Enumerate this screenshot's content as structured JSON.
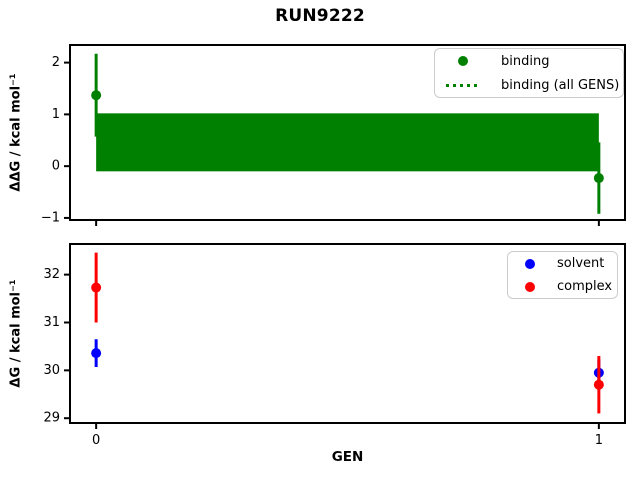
{
  "title": "RUN9222",
  "figure": {
    "background": "#ffffff",
    "spine_color": "#000000"
  },
  "chart_data": [
    {
      "type": "scatter",
      "subplot": "top",
      "ylabel": "ΔΔG / kcal mol⁻¹",
      "xlim": [
        -0.052,
        1.052
      ],
      "ylim": [
        -1.04,
        2.34
      ],
      "yticks": [
        2,
        1,
        0,
        -1
      ],
      "yticklabels": [
        "2",
        "1",
        "0",
        "−1"
      ],
      "xticks": [
        0,
        1
      ],
      "xticklabels": [],
      "grid": false,
      "legend_position": "upper right",
      "band": {
        "label": "binding (all GENS)",
        "x": [
          0,
          1
        ],
        "y_lo": -0.1,
        "y_hi": 1.02,
        "center": 0.46,
        "color": "#008000",
        "style": "dotted center line with solid fill"
      },
      "series": [
        {
          "name": "binding",
          "color": "#008000",
          "marker": "circle",
          "points": [
            {
              "x": 0,
              "y": 1.37,
              "err": 0.8
            },
            {
              "x": 1,
              "y": -0.23,
              "err": 0.69
            }
          ]
        }
      ]
    },
    {
      "type": "scatter",
      "subplot": "bottom",
      "ylabel": "ΔG / kcal mol⁻¹",
      "xlabel": "GEN",
      "xlim": [
        -0.052,
        1.052
      ],
      "ylim": [
        28.9,
        32.64
      ],
      "yticks": [
        32,
        31,
        30,
        29
      ],
      "yticklabels": [
        "32",
        "31",
        "30",
        "29"
      ],
      "xticks": [
        0,
        1
      ],
      "xticklabels": [
        "0",
        "1"
      ],
      "grid": false,
      "legend_position": "upper right",
      "series": [
        {
          "name": "solvent",
          "color": "#0000ff",
          "marker": "circle",
          "points": [
            {
              "x": 0,
              "y": 30.36,
              "err": 0.29
            },
            {
              "x": 1,
              "y": 29.95,
              "err": 0.28
            }
          ]
        },
        {
          "name": "complex",
          "color": "#ff0000",
          "marker": "circle",
          "points": [
            {
              "x": 0,
              "y": 31.73,
              "err": 0.73
            },
            {
              "x": 1,
              "y": 29.7,
              "err": 0.6
            }
          ]
        }
      ]
    }
  ]
}
